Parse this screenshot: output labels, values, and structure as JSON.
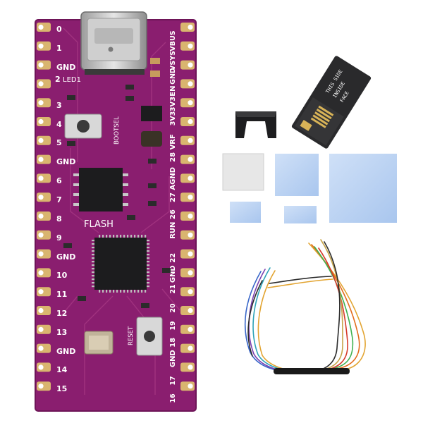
{
  "board": {
    "flash_label": "FLASH",
    "bootsel_label": "BOOTSEL",
    "reset_label": "RESET",
    "led_label": "LED1",
    "led_label_2": "2",
    "left_pins": [
      "0",
      "1",
      "GND",
      "2",
      "3",
      "4",
      "5",
      "GND",
      "6",
      "7",
      "8",
      "9",
      "GND",
      "10",
      "11",
      "12",
      "13",
      "GND",
      "14",
      "15"
    ],
    "right_pins": [
      "VBUS",
      "VSYS",
      "GND",
      "3V3EN",
      "3V3",
      "28 VRF",
      "27 AGND",
      "RUN 26",
      "GND 22",
      "21",
      "20",
      "19",
      "GND 18",
      "17",
      "16"
    ]
  },
  "flex": {
    "side_text_1": "THIS SIDE",
    "side_text_2": "FACE",
    "side_text_3": "INSIDE"
  },
  "colors": {
    "pcb": "#8a1e6f",
    "pad_gold": "#d9b56f",
    "chip_black": "#1c1c1e",
    "thermal_pad_blue": "#b9d3f2"
  }
}
